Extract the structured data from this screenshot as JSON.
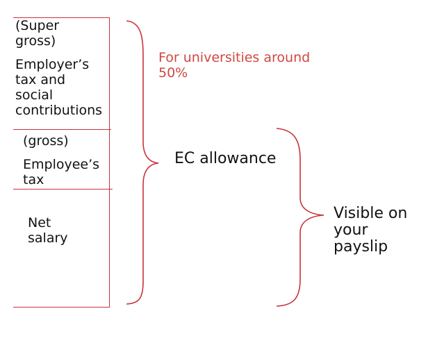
{
  "stack": {
    "super_gross": [
      "(Super",
      "gross)"
    ],
    "employer_tax": [
      "Employer’s",
      "tax and",
      "social",
      "contributions"
    ],
    "gross": [
      "(gross)"
    ],
    "employee_tax": [
      "Employee’s",
      "tax"
    ],
    "net_salary": [
      "Net",
      "salary"
    ]
  },
  "annotations": {
    "university_note": [
      "For universities around",
      "50%"
    ],
    "ec_allowance": "EC allowance",
    "payslip": [
      "Visible on",
      "your",
      "payslip"
    ]
  },
  "colors": {
    "accent": "#c8323a",
    "note_text": "#d0473f",
    "text": "#111111"
  }
}
